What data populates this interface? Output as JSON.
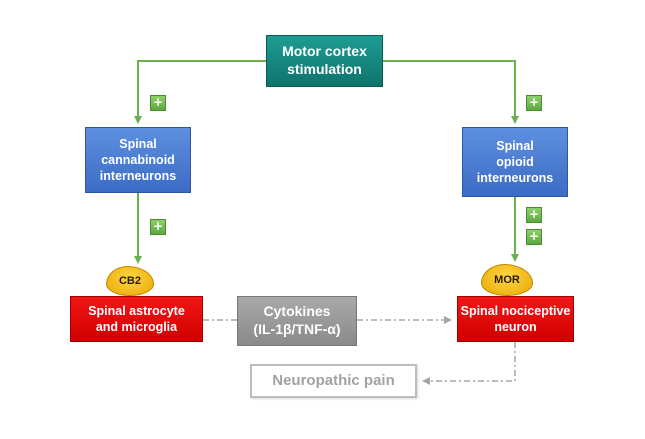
{
  "nodes": {
    "motor_cortex": {
      "line1": "Motor cortex",
      "line2": "stimulation"
    },
    "cannabinoid": {
      "line1": "Spinal",
      "line2": "cannabinoid",
      "line3": "interneurons"
    },
    "opioid": {
      "line1": "Spinal",
      "line2": "opioid",
      "line3": "interneurons"
    },
    "astrocyte": {
      "line1": "Spinal astrocyte",
      "line2": "and microglia"
    },
    "cytokines": {
      "line1": "Cytokines",
      "line2": "(IL-1β/TNF-α)"
    },
    "nociceptive": {
      "line1": "Spinal nociceptive",
      "line2": "neuron"
    },
    "pain": {
      "label": "Neuropathic pain"
    }
  },
  "receptors": {
    "cb2": "CB2",
    "mor": "MOR"
  },
  "signs": {
    "plus": "+"
  },
  "colors": {
    "teal": "#0e746d",
    "blue": "#3c6cc4",
    "red": "#d10000",
    "gray": "#8a8a8a",
    "arrow_green": "#6ab04c",
    "receptor_yellow": "#f2bb12"
  }
}
